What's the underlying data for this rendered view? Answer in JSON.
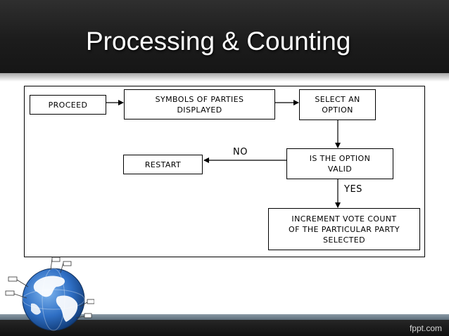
{
  "slide": {
    "title": "Processing & Counting",
    "brand": "fppt.com"
  },
  "flowchart": {
    "nodes": {
      "proceed": "PROCEED",
      "symbols": "SYMBOLS OF PARTIES\nDISPLAYED",
      "select": "SELECT AN\nOPTION",
      "valid": "IS THE OPTION\nVALID",
      "restart": "RESTART",
      "increment": "INCREMENT VOTE COUNT\nOF THE PARTICULAR PARTY\nSELECTED"
    },
    "edges": {
      "no_label": "NO",
      "yes_label": "YES"
    }
  },
  "colors": {
    "header": "#1c1c1c",
    "footer_band": "#6f808c",
    "footer": "#1a1a1a",
    "globe_ocean": "#2f6fc4",
    "globe_land": "#ffffff"
  },
  "icons": [
    "globe-icon",
    "flag-icon"
  ]
}
